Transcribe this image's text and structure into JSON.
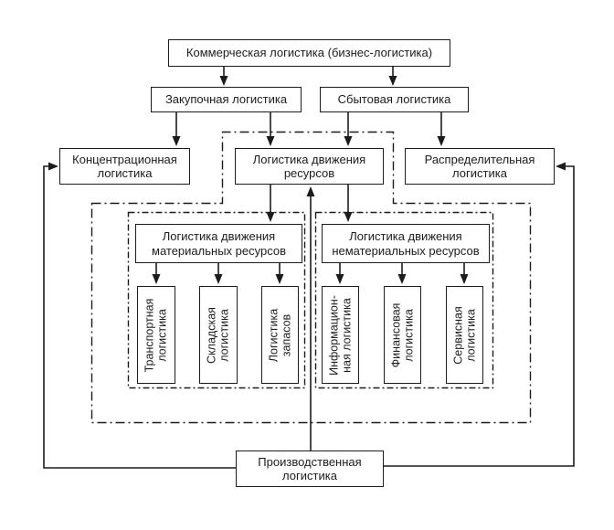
{
  "colors": {
    "ink": "#1c1c1c",
    "bg": "#ffffff"
  },
  "nodes": {
    "commercial": "Коммерческая логистика (бизнес-логистика)",
    "purchasing": "Закупочная логистика",
    "sales": "Сбытовая логистика",
    "concentration": "Концентрационная логистика",
    "resource_movement": "Логистика движения ресурсов",
    "distribution": "Распределительная логистика",
    "material_movement": "Логистика движения материальных ресурсов",
    "nonmaterial_movement": "Логистика движения нематериальных ресурсов",
    "transport": "Транспортная логистика",
    "warehouse": "Складская логистика",
    "inventory": "Логистика запасов",
    "information": "Информацион-ная логистика",
    "financial": "Финансовая логистика",
    "service": "Сервисная логистика",
    "production": "Производственная логистика"
  }
}
